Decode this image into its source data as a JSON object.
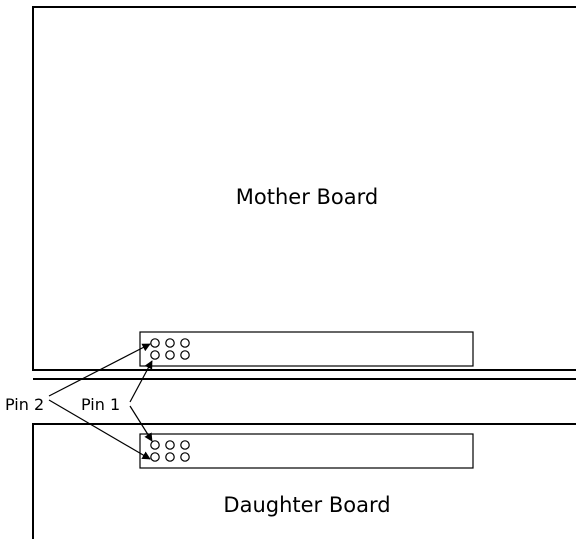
{
  "boards": {
    "mother": {
      "label": "Mother Board"
    },
    "daughter": {
      "label": "Daughter Board"
    }
  },
  "pins": {
    "pin2": {
      "label": "Pin 2"
    },
    "pin1": {
      "label": "Pin 1"
    }
  }
}
